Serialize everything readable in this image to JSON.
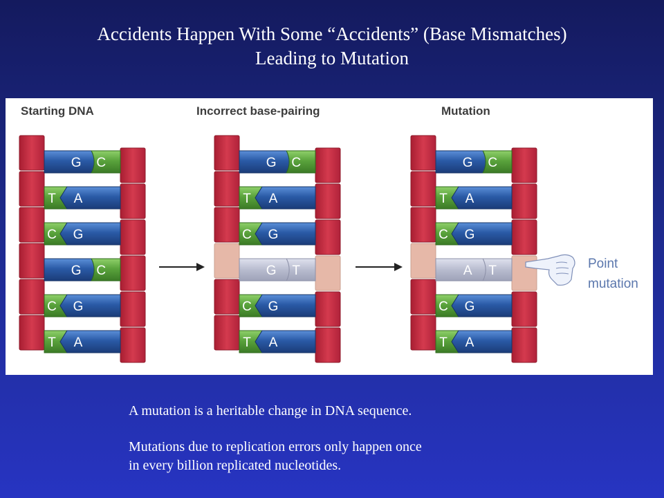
{
  "title": {
    "line1": "Accidents Happen With Some “Accidents” (Base Mismatches)",
    "line2": "Leading to Mutation"
  },
  "figure": {
    "panels": [
      {
        "heading": "Starting DNA",
        "pairs": [
          {
            "left": "",
            "right": "G C",
            "left_base": "G",
            "right_base": "C",
            "style": "normal"
          },
          {
            "left": "T A",
            "left_base": "T",
            "right_base": "A",
            "style": "normal"
          },
          {
            "left": "C G",
            "left_base": "C",
            "right_base": "G",
            "style": "normal"
          },
          {
            "left_base": "G",
            "right_base": "C",
            "style": "normal"
          },
          {
            "left_base": "C",
            "right_base": "G",
            "style": "normal"
          },
          {
            "left_base": "T",
            "right_base": "A",
            "style": "normal"
          }
        ]
      },
      {
        "heading": "Incorrect base-pairing",
        "pairs": [
          {
            "left_base": "G",
            "right_base": "C",
            "style": "normal"
          },
          {
            "left_base": "T",
            "right_base": "A",
            "style": "normal"
          },
          {
            "left_base": "C",
            "right_base": "G",
            "style": "normal"
          },
          {
            "left_base": "G",
            "right_base": "T",
            "style": "faded"
          },
          {
            "left_base": "C",
            "right_base": "G",
            "style": "normal"
          },
          {
            "left_base": "T",
            "right_base": "A",
            "style": "normal"
          }
        ]
      },
      {
        "heading": "Mutation",
        "pairs": [
          {
            "left_base": "G",
            "right_base": "C",
            "style": "normal"
          },
          {
            "left_base": "T",
            "right_base": "A",
            "style": "normal"
          },
          {
            "left_base": "C",
            "right_base": "G",
            "style": "normal"
          },
          {
            "left_base": "A",
            "right_base": "T",
            "style": "faded"
          },
          {
            "left_base": "C",
            "right_base": "G",
            "style": "normal"
          },
          {
            "left_base": "T",
            "right_base": "A",
            "style": "normal"
          }
        ]
      }
    ],
    "callout_line1": "Point",
    "callout_line2": "mutation",
    "colors": {
      "backbone": "#c8283c",
      "backbone_faded": "#e6b8a8",
      "blue_base": "#2a5aa6",
      "green_base": "#5aa33c",
      "faded_base": "#b8bccf"
    }
  },
  "captions": {
    "line1": "A mutation is a heritable change in DNA sequence.",
    "line2a": "Mutations due to replication errors only happen once",
    "line2b": "in every billion replicated nucleotides."
  }
}
